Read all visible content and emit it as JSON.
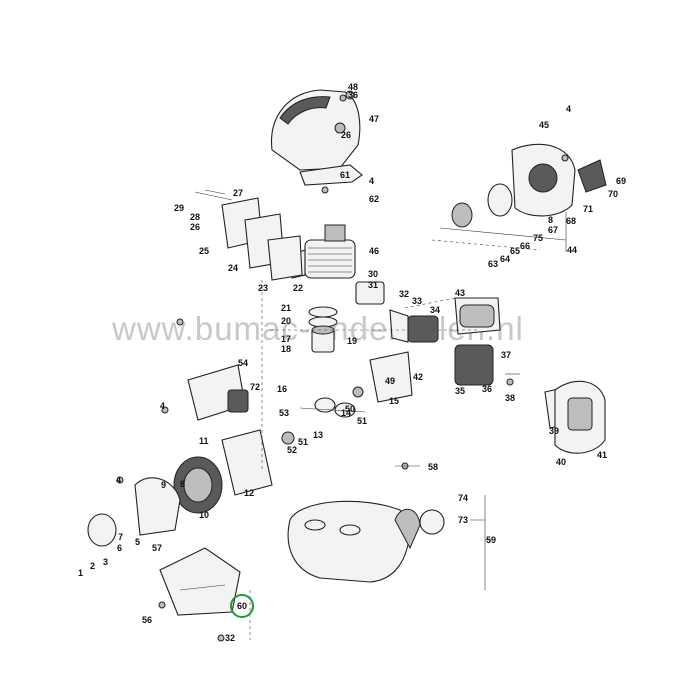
{
  "watermark": "www.bumac-onderdelen.nl",
  "highlight_color": "#1a9a3a",
  "callouts": {
    "p1": "1",
    "p2": "2",
    "p3": "3",
    "p4a": "4",
    "p4b": "4",
    "p4c": "4",
    "p4d": "4",
    "p5": "5",
    "p6": "6",
    "p7": "7",
    "p8a": "8",
    "p8b": "8",
    "p9": "9",
    "p10": "10",
    "p11": "11",
    "p12": "12",
    "p13": "13",
    "p14": "14",
    "p15": "15",
    "p16": "16",
    "p17": "17",
    "p18": "18",
    "p19": "19",
    "p20": "20",
    "p21": "21",
    "p22": "22",
    "p23": "23",
    "p24": "24",
    "p25": "25",
    "p26a": "26",
    "p26b": "26",
    "p27": "27",
    "p28": "28",
    "p29": "29",
    "p30": "30",
    "p31": "31",
    "p32a": "32",
    "p32b": "32",
    "p33": "33",
    "p34": "34",
    "p35": "35",
    "p36a": "36",
    "p36b": "36",
    "p37": "37",
    "p38": "38",
    "p39": "39",
    "p40": "40",
    "p41": "41",
    "p42": "42",
    "p43": "43",
    "p44": "44",
    "p45": "45",
    "p46": "46",
    "p47": "47",
    "p48": "48",
    "p49": "49",
    "p50": "50",
    "p51a": "51",
    "p51b": "51",
    "p52": "52",
    "p53": "53",
    "p54": "54",
    "p56": "56",
    "p57": "57",
    "p58": "58",
    "p59": "59",
    "p60": "60",
    "p61": "61",
    "p62": "62",
    "p63": "63",
    "p64": "64",
    "p65": "65",
    "p66": "66",
    "p67": "67",
    "p68": "68",
    "p69": "69",
    "p70": "70",
    "p71": "71",
    "p72": "72",
    "p73": "73",
    "p74": "74",
    "p75": "75"
  }
}
